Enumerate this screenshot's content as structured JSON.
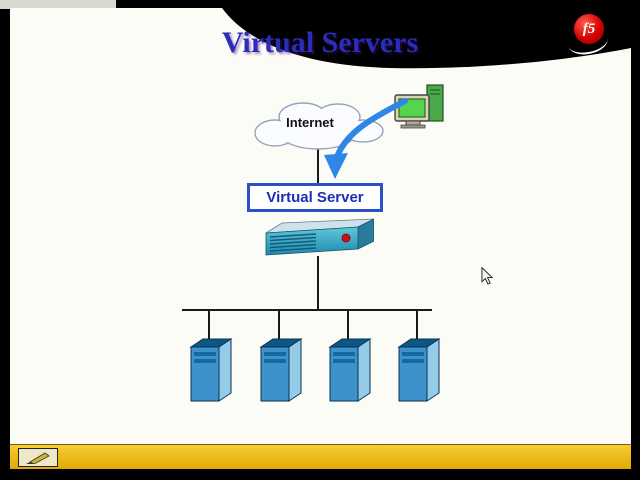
{
  "slide": {
    "title": "Virtual Servers",
    "logo_text": "f5"
  },
  "diagram": {
    "internet_label": "Internet",
    "virtual_server_label": "Virtual Server",
    "nodes": [
      {
        "id": "internet-cloud",
        "label": "Internet"
      },
      {
        "id": "client-workstation"
      },
      {
        "id": "virtual-server",
        "label": "Virtual Server"
      },
      {
        "id": "bigip-appliance"
      },
      {
        "id": "server-1"
      },
      {
        "id": "server-2"
      },
      {
        "id": "server-3"
      },
      {
        "id": "server-4"
      }
    ],
    "edges": [
      {
        "from": "client-workstation",
        "to": "virtual-server",
        "style": "curved-blue-arrow"
      },
      {
        "from": "internet-cloud",
        "to": "virtual-server",
        "style": "line"
      },
      {
        "from": "virtual-server",
        "to": "bigip-appliance",
        "style": "adjacent"
      },
      {
        "from": "bigip-appliance",
        "to": "server-1",
        "style": "bus-line"
      },
      {
        "from": "bigip-appliance",
        "to": "server-2",
        "style": "bus-line"
      },
      {
        "from": "bigip-appliance",
        "to": "server-3",
        "style": "bus-line"
      },
      {
        "from": "bigip-appliance",
        "to": "server-4",
        "style": "bus-line"
      }
    ]
  },
  "colors": {
    "title_blue": "#2a2cba",
    "virtual_server_border": "#2b50cc",
    "arrow_blue": "#2e86e8",
    "server_blue": "#3e92cc",
    "logo_red": "#d40000",
    "toolbar_yellow": "#eebd1d",
    "frame_black": "#000000"
  }
}
